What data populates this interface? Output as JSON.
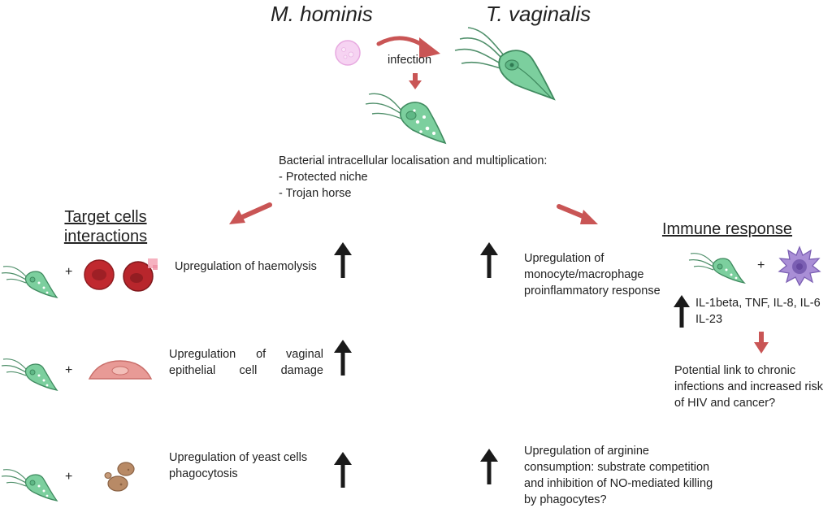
{
  "organisms": {
    "bacterium": "M. hominis",
    "protozoan": "T. vaginalis",
    "infection_label": "infection"
  },
  "localisation": {
    "title": "Bacterial intracellular localisation and multiplication:",
    "points": [
      "- Protected niche",
      "- Trojan horse"
    ]
  },
  "target_cells": {
    "heading_line1": "Target cells",
    "heading_line2": "interactions",
    "plus": "+",
    "rows": [
      {
        "text": "Upregulation  of  haemolysis"
      },
      {
        "line1": "Upregulation    of    vaginal",
        "line2": "epithelial   cell   damage"
      },
      {
        "line1": "Upregulation of yeast cells",
        "line2": "phagocytosis"
      }
    ]
  },
  "immune_response": {
    "heading": "Immune response",
    "plus": "+",
    "macrophage_response": [
      "Upregulation of",
      "monocyte/macrophage",
      "proinflammatory response"
    ],
    "cytokines": [
      "IL-1beta, TNF, IL-8, IL-6",
      "IL-23"
    ],
    "potential_link": [
      "Potential link to chronic",
      "infections and increased risk",
      "of HIV and cancer?"
    ],
    "arginine": [
      "Upregulation of arginine",
      "consumption: substrate competition",
      "and inhibition of NO-mediated killing",
      "by phagocytes?"
    ]
  },
  "colors": {
    "arrow_red": "#c95555",
    "arrow_black": "#1a1a1a",
    "parasite_green": "#7ccf9e",
    "rbc_red": "#c0292f",
    "epithelial_pink": "#e89a96",
    "yeast_brown": "#b88a66",
    "macrophage_purple": "#a98ed6",
    "bacterium_pink": "#f2c6ee"
  }
}
